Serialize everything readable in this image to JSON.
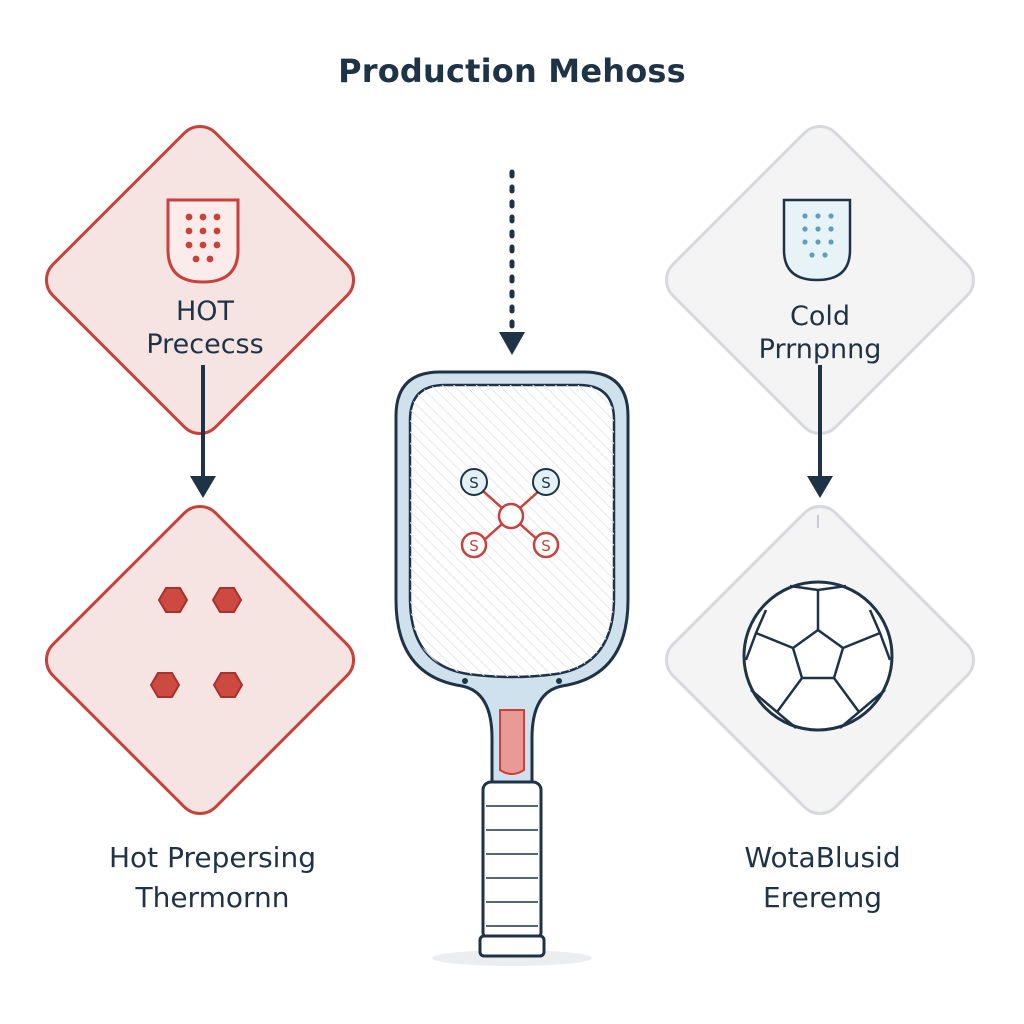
{
  "title": "Production Mehoss",
  "hot": {
    "label_line1": "HOT",
    "label_line2": "Prececss",
    "bottom_line1": "Hot Prepersing",
    "bottom_line2": "Thermornn"
  },
  "cold": {
    "label_line1": "Cold",
    "label_line2": "Prrnpnng",
    "bottom_line1": "WotaBlusid",
    "bottom_line2": "Ereremg"
  },
  "paddle": {
    "node_labels": [
      "S",
      "S",
      "S",
      "S"
    ]
  },
  "colors": {
    "hot_accent": "#c8413b",
    "hot_fill": "#f6e4e2",
    "cold_stroke": "#d7d9dc",
    "cold_fill": "#f4f4f5",
    "cold_accent": "#7fb3c7",
    "navy": "#1f3347",
    "paddle_frame": "#a9c8dc"
  },
  "icons": {
    "hot_top": "perforated-shield-icon",
    "hot_bottom": "hexagon-cluster-icon",
    "cold_top": "perforated-shield-icon",
    "cold_bottom": "soccer-ball-icon",
    "center": "pickleball-paddle-icon"
  }
}
